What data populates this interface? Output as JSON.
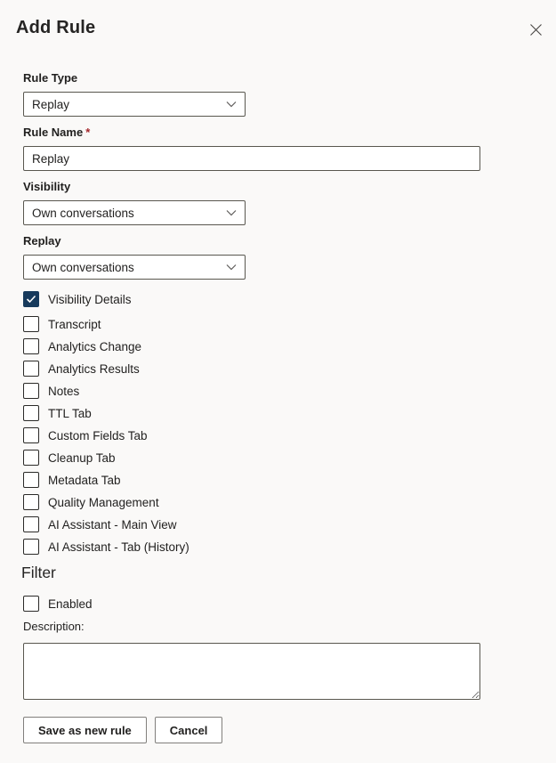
{
  "dialog": {
    "title": "Add Rule"
  },
  "form": {
    "rule_type": {
      "label": "Rule Type",
      "value": "Replay"
    },
    "rule_name": {
      "label": "Rule Name",
      "required_marker": "*",
      "value": "Replay"
    },
    "visibility": {
      "label": "Visibility",
      "value": "Own conversations"
    },
    "replay": {
      "label": "Replay",
      "value": "Own conversations"
    },
    "visibility_details": {
      "label": "Visibility Details",
      "checked": true
    },
    "detail_options": [
      {
        "label": "Transcript",
        "checked": false
      },
      {
        "label": "Analytics Change",
        "checked": false
      },
      {
        "label": "Analytics Results",
        "checked": false
      },
      {
        "label": "Notes",
        "checked": false
      },
      {
        "label": "TTL Tab",
        "checked": false
      },
      {
        "label": "Custom Fields Tab",
        "checked": false
      },
      {
        "label": "Cleanup Tab",
        "checked": false
      },
      {
        "label": "Metadata Tab",
        "checked": false
      },
      {
        "label": "Quality Management",
        "checked": false
      },
      {
        "label": "AI Assistant - Main View",
        "checked": false
      },
      {
        "label": "AI Assistant - Tab (History)",
        "checked": false
      }
    ],
    "filter": {
      "heading": "Filter",
      "enabled": {
        "label": "Enabled",
        "checked": false
      },
      "description_label": "Description:",
      "description_value": "",
      "description_placeholder": ""
    },
    "buttons": {
      "save": "Save as new rule",
      "cancel": "Cancel"
    }
  },
  "colors": {
    "background": "#faf9f8",
    "checked_checkbox": "#173a5c",
    "required_red": "#a4262c",
    "input_border": "#59574f",
    "text": "#201f1e"
  },
  "icons": {
    "close": "close-icon",
    "chevron": "chevron-down-icon",
    "check": "checkmark-icon"
  }
}
